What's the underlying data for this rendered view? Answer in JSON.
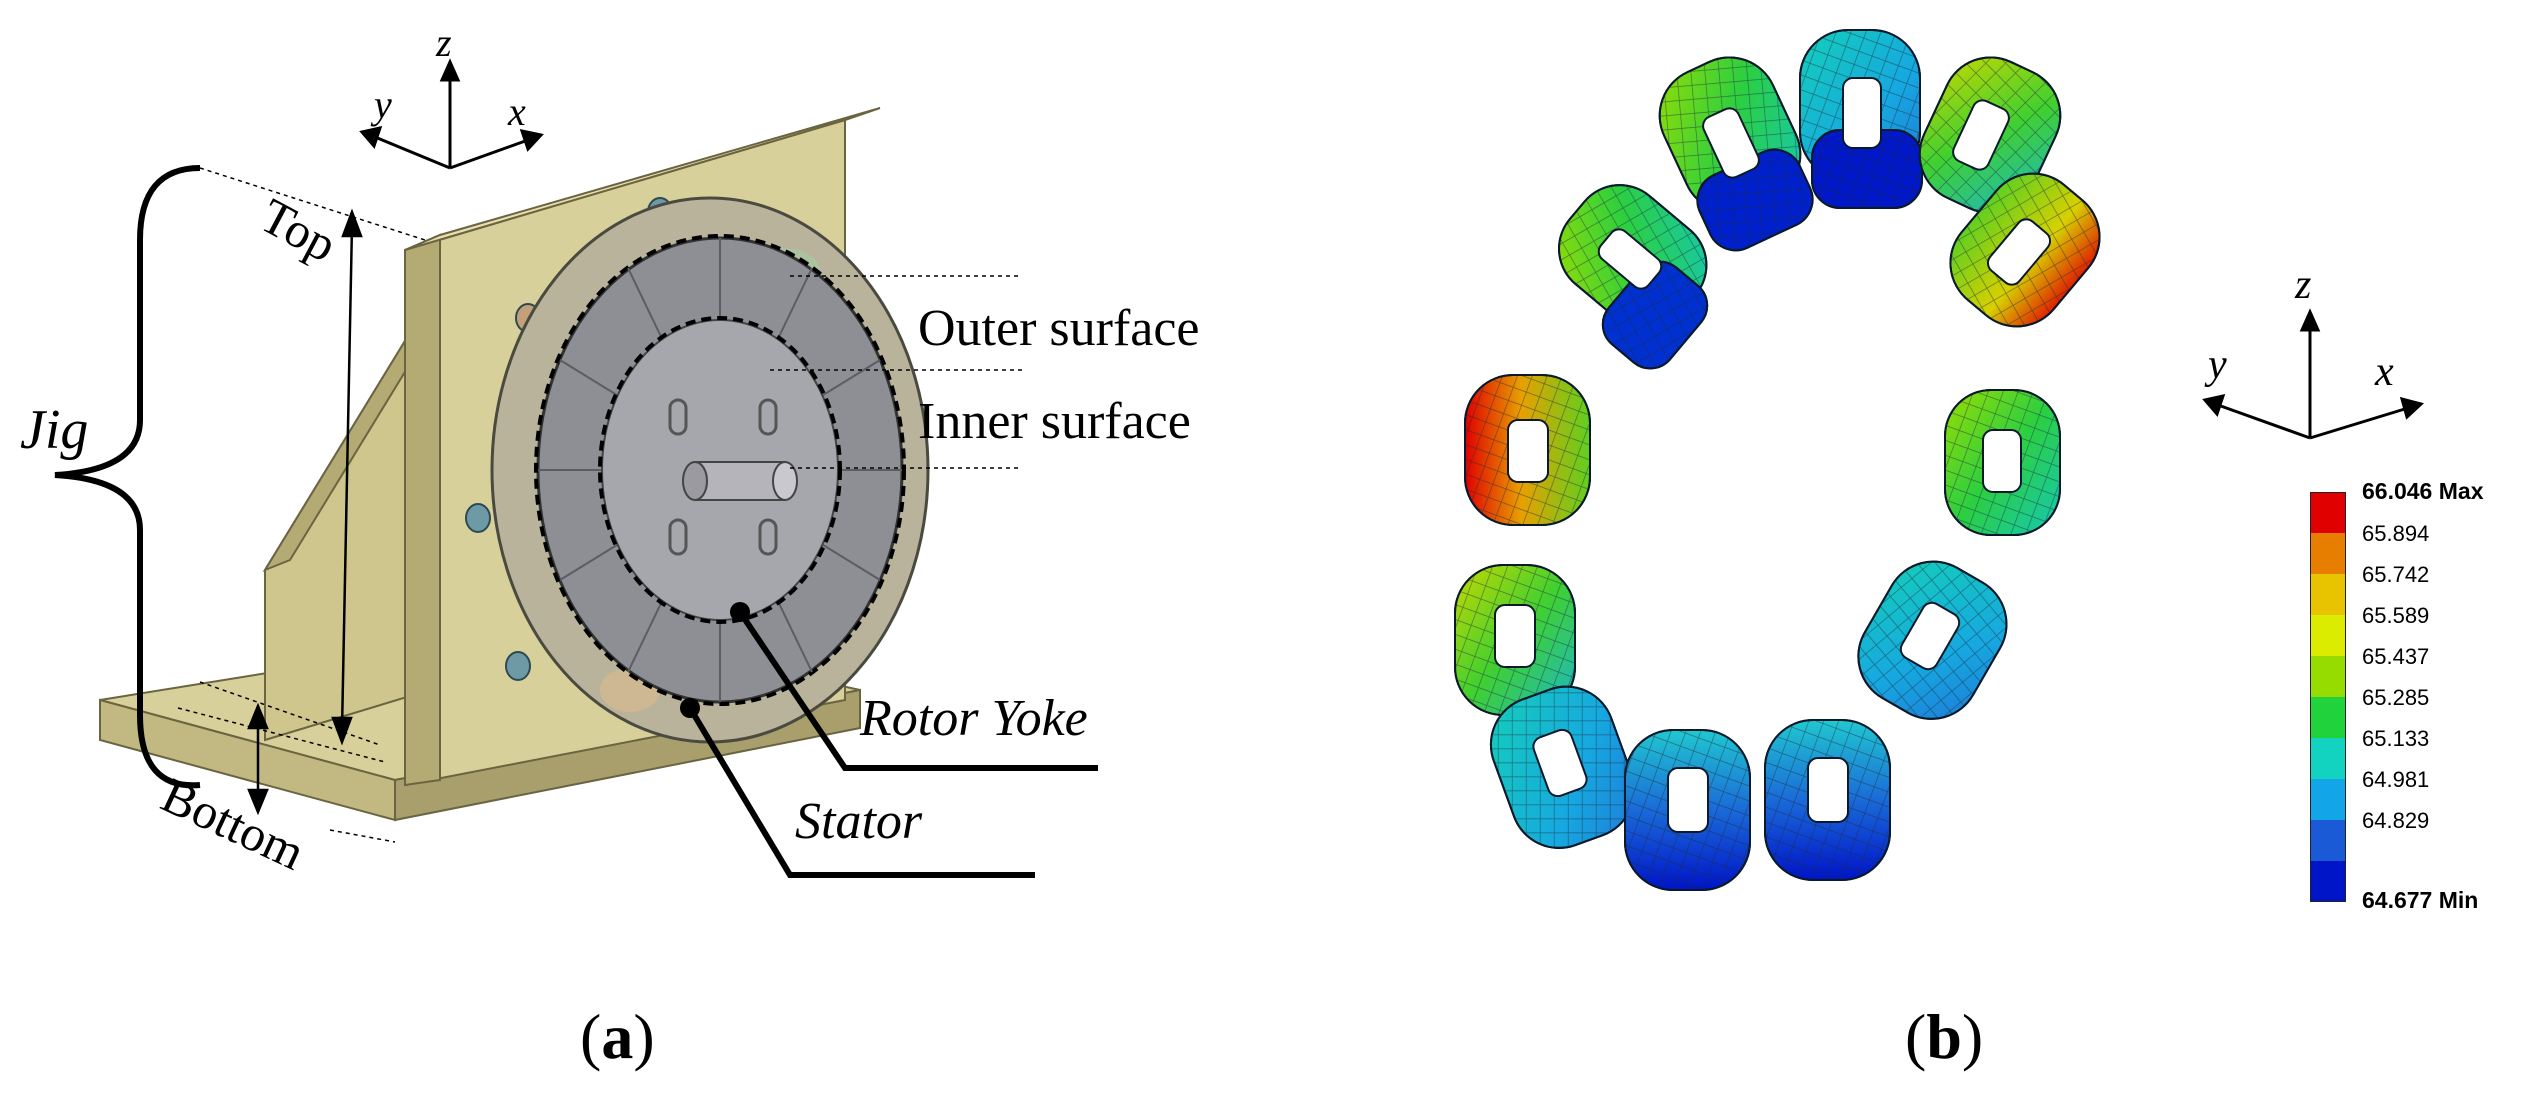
{
  "panel_a": {
    "label_open": "(",
    "label_letter": "a",
    "label_close": ")",
    "annotations": {
      "jig": "Jig",
      "top": "Top",
      "bottom": "Bottom",
      "outer_surface": "Outer surface",
      "inner_surface": "Inner surface",
      "rotor_yoke": "Rotor Yoke",
      "stator": "Stator"
    },
    "axes": {
      "z": "z",
      "y": "y",
      "x": "x"
    },
    "colors": {
      "jig": "#d8d09a",
      "jig_dark": "#b9b07a",
      "rotor": "#8e8e95",
      "stator": "#b8b39a"
    }
  },
  "panel_b": {
    "label_open": "(",
    "label_letter": "b",
    "label_close": ")",
    "axes": {
      "z": "z",
      "y": "y",
      "x": "x"
    },
    "legend": {
      "entries": [
        {
          "value": "66.046 Max",
          "color": "#e00000",
          "bold": true
        },
        {
          "value": "65.894",
          "color": "#e87e00",
          "bold": false
        },
        {
          "value": "65.742",
          "color": "#e8c400",
          "bold": false
        },
        {
          "value": "65.589",
          "color": "#dcec00",
          "bold": false
        },
        {
          "value": "65.437",
          "color": "#96dc00",
          "bold": false
        },
        {
          "value": "65.285",
          "color": "#20d23c",
          "bold": false
        },
        {
          "value": "65.133",
          "color": "#12d2c0",
          "bold": false
        },
        {
          "value": "64.981",
          "color": "#12a6e8",
          "bold": false
        },
        {
          "value": "64.829",
          "color": "#1a5ad6",
          "bold": false
        },
        {
          "value": "64.677 Min",
          "color": "#0014c8",
          "bold": true
        }
      ]
    }
  }
}
